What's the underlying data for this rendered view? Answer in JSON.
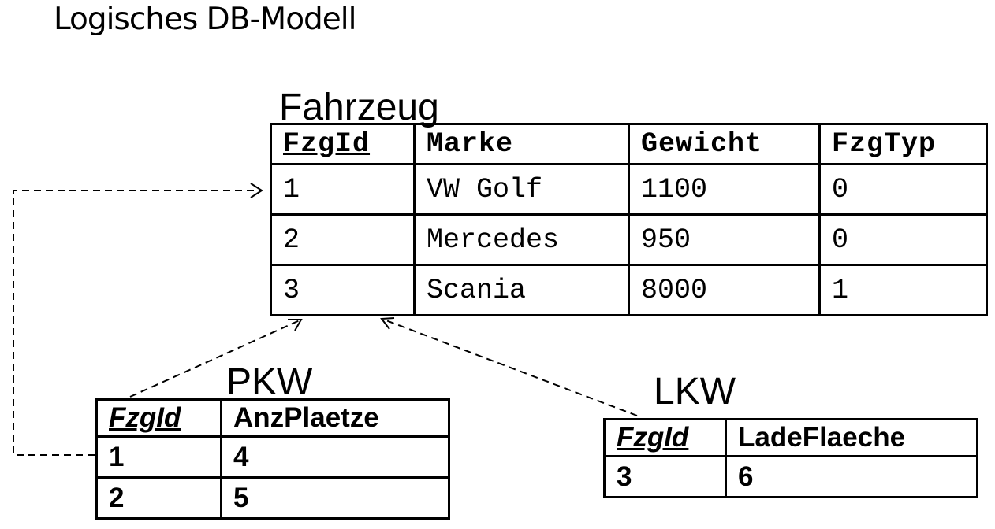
{
  "title": "Logisches DB-Modell",
  "fahrzeug": {
    "name": "Fahrzeug",
    "columns": [
      "FzgId",
      "Marke",
      "Gewicht",
      "FzgTyp"
    ],
    "rows": [
      [
        "1",
        "VW Golf",
        "1100",
        "0"
      ],
      [
        "2",
        "Mercedes",
        "950",
        "0"
      ],
      [
        "3",
        "Scania",
        "8000",
        "1"
      ]
    ]
  },
  "pkw": {
    "name": "PKW",
    "columns": [
      "FzgId",
      "AnzPlaetze"
    ],
    "rows": [
      [
        "1",
        "4"
      ],
      [
        "2",
        "5"
      ]
    ]
  },
  "lkw": {
    "name": "LKW",
    "columns": [
      "FzgId",
      "LadeFlaeche"
    ],
    "rows": [
      [
        "3",
        "6"
      ]
    ]
  },
  "colors": {
    "line": "#000000",
    "background": "#ffffff"
  }
}
